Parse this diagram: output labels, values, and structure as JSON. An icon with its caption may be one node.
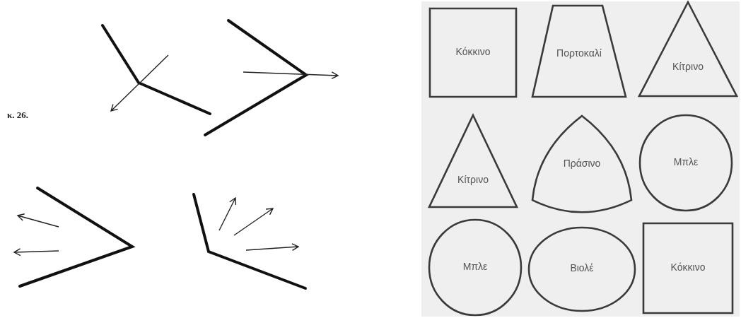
{
  "diagram": {
    "nodes": [
      {
        "text": [
          "Κόκκινο"
        ]
      },
      {
        "text": [
          "Πορτοκαλί"
        ]
      },
      {
        "text": [
          "Κίτρινο"
        ]
      },
      {
        "text": [
          "Κίτρινο"
        ]
      },
      {
        "text": [
          "Πράσινο"
        ]
      },
      {
        "text": [
          "Μπλε"
        ]
      },
      {
        "text": [
          "Μπλε"
        ]
      },
      {
        "text": [
          "Βιολέ"
        ]
      },
      {
        "text": [
          "Κόκκινο"
        ]
      }
    ],
    "labels": [
      "κ. 26."
    ]
  }
}
